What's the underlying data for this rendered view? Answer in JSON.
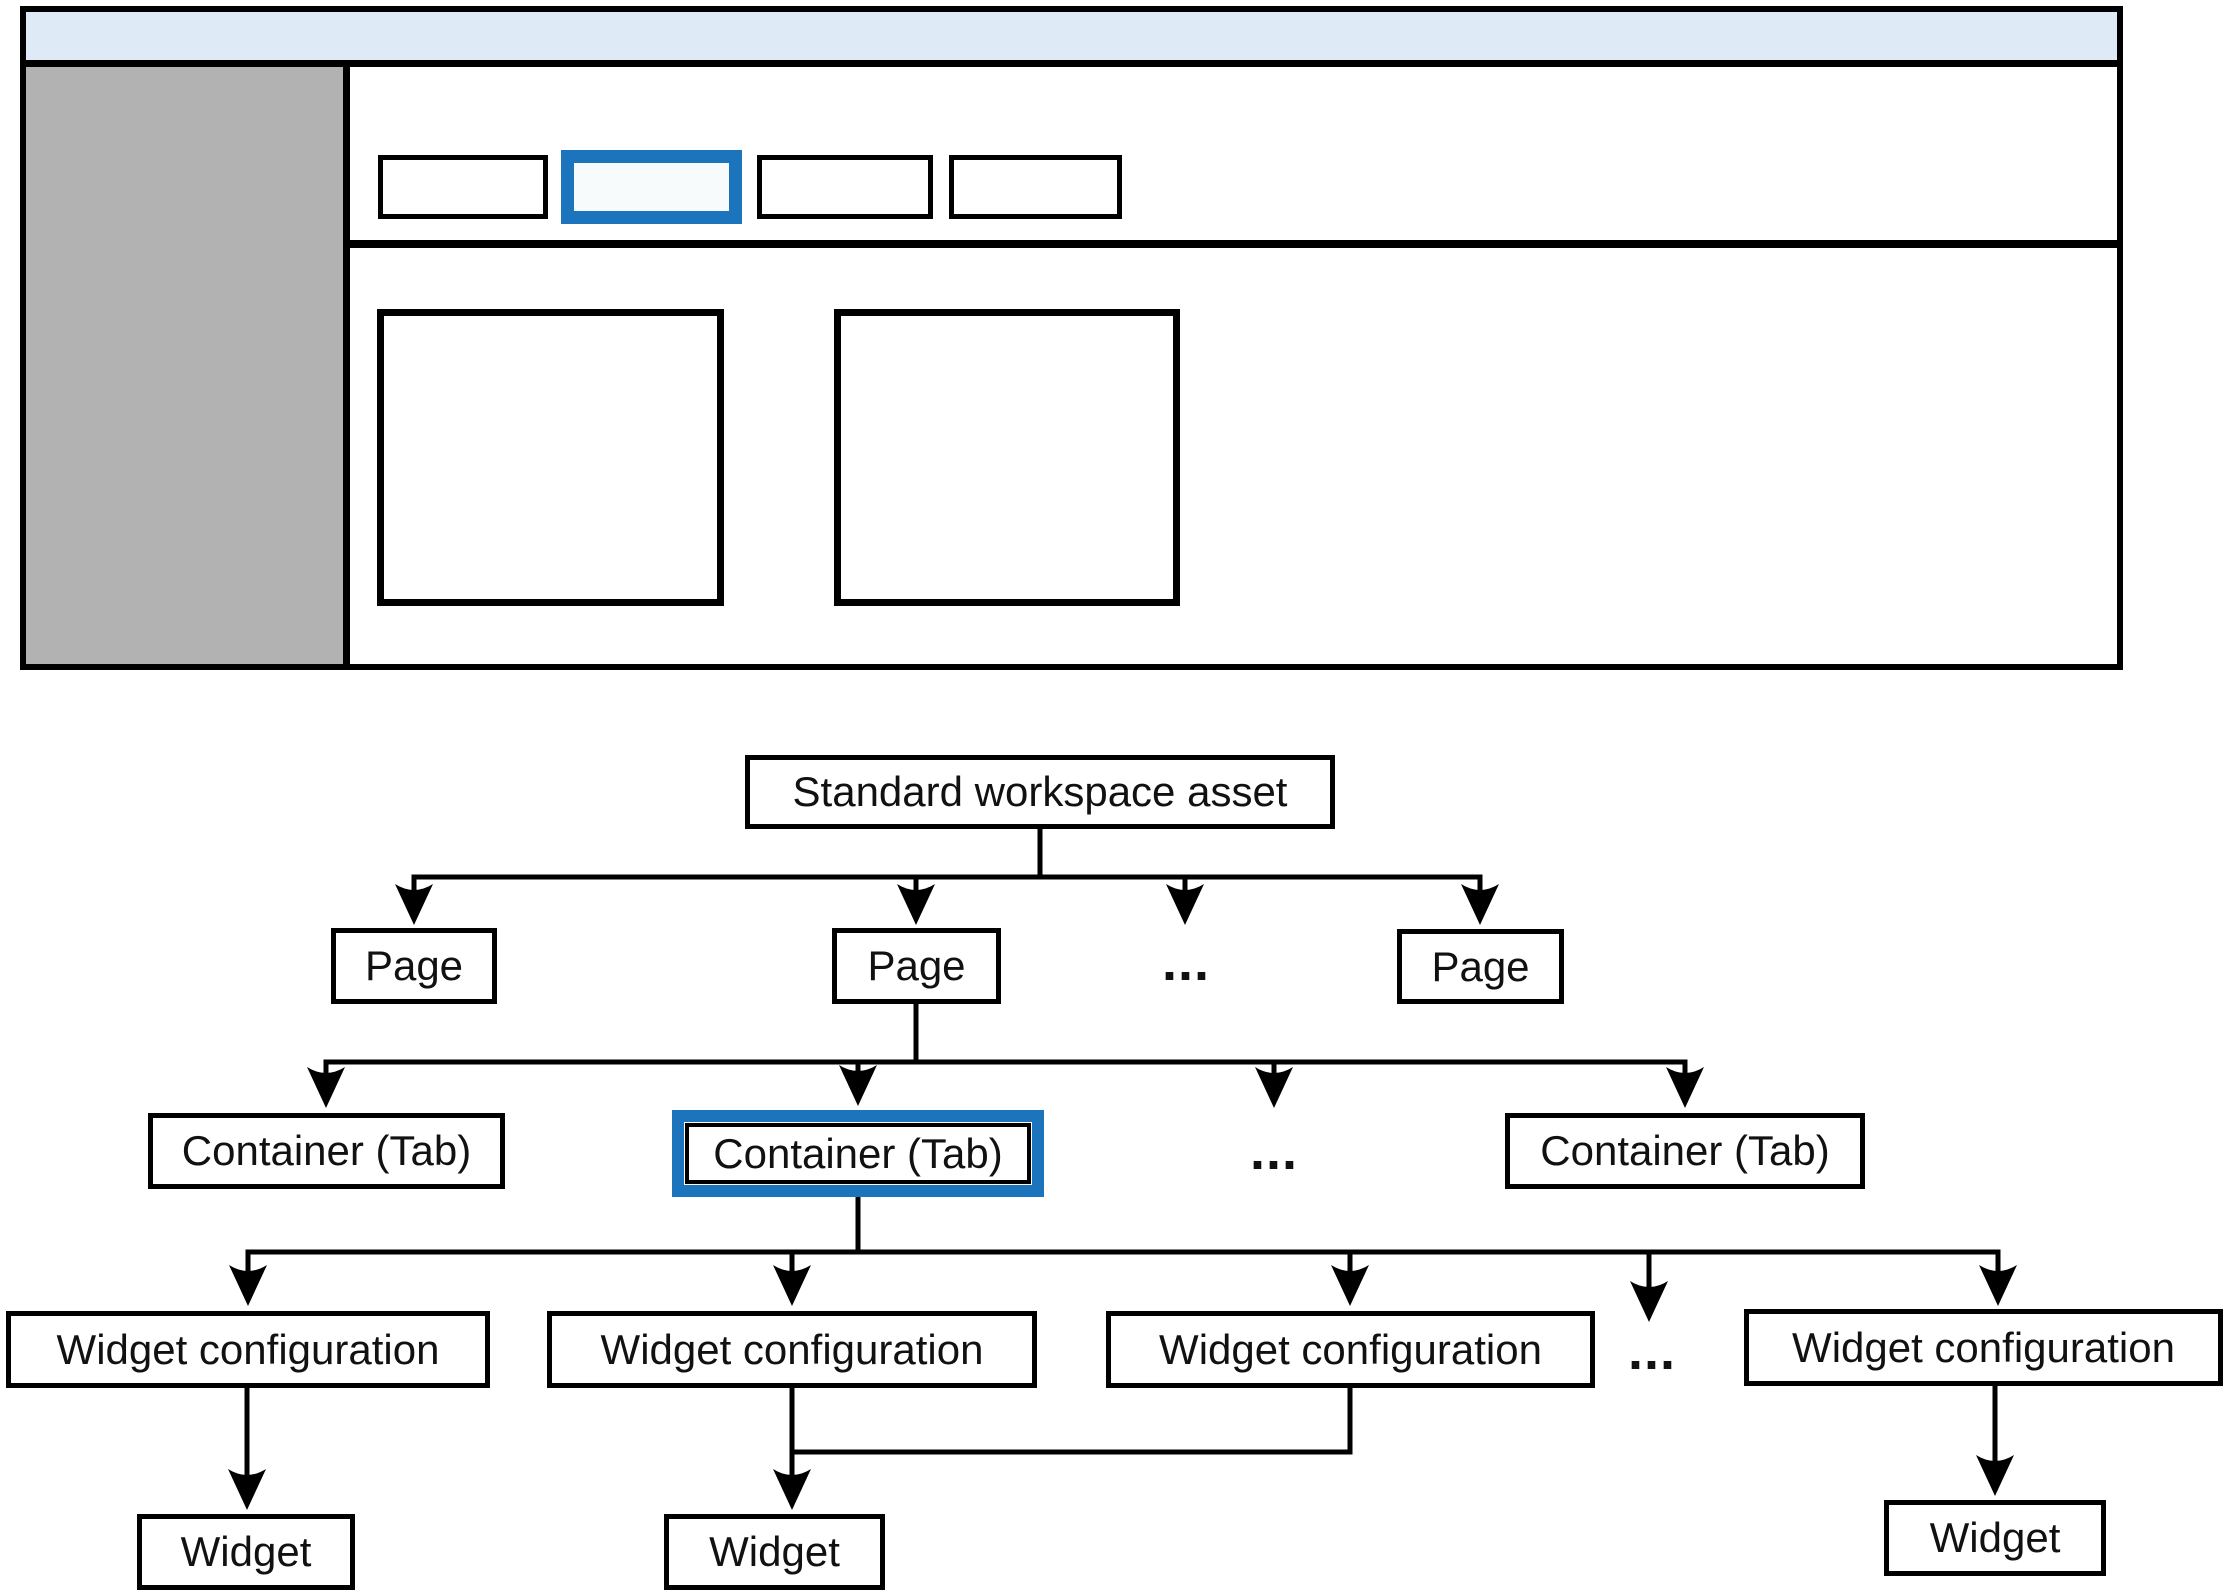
{
  "colors": {
    "accent_blue": "#1c75bc",
    "header_blue": "#dfeaf7",
    "sidebar_gray": "#b2b2b2",
    "active_tab_fill": "#f8fbfc",
    "line_black": "#000000"
  },
  "tree": {
    "root": {
      "label": "Standard workspace asset"
    },
    "pages": [
      {
        "label": "Page"
      },
      {
        "label": "Page"
      },
      {
        "label": "..."
      },
      {
        "label": "Page"
      }
    ],
    "containers": [
      {
        "label": "Container (Tab)"
      },
      {
        "label": "Container (Tab)",
        "highlighted": true
      },
      {
        "label": "..."
      },
      {
        "label": "Container (Tab)"
      }
    ],
    "widget_configs": [
      {
        "label": "Widget configuration"
      },
      {
        "label": "Widget configuration"
      },
      {
        "label": "Widget configuration"
      },
      {
        "label": "..."
      },
      {
        "label": "Widget configuration"
      }
    ],
    "widgets": [
      {
        "label": "Widget"
      },
      {
        "label": "Widget"
      },
      {
        "label": "Widget"
      }
    ]
  }
}
